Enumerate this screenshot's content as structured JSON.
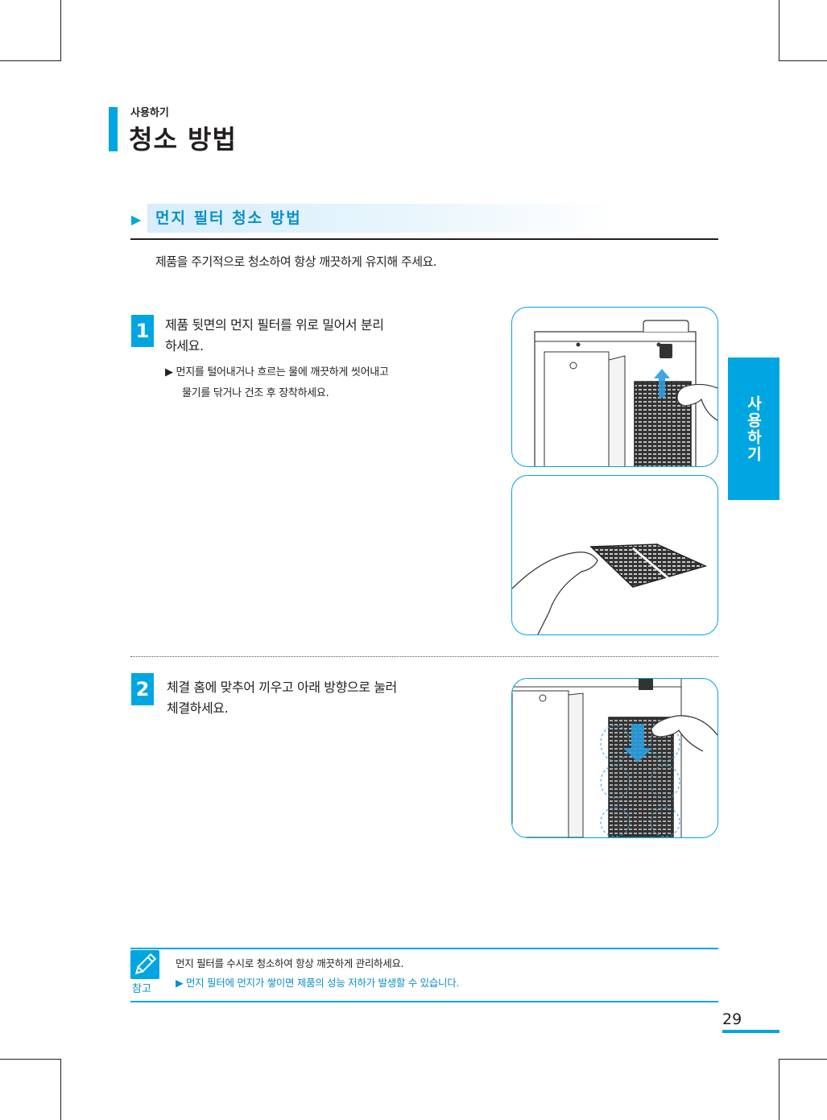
{
  "header": {
    "category": "사용하기",
    "title": "청소 방법"
  },
  "section": {
    "arrow": "▶",
    "title": "먼지 필터 청소 방법",
    "intro": "제품을 주기적으로 청소하여 항상 깨끗하게 유지해 주세요."
  },
  "steps": [
    {
      "number": "1",
      "text_line1": "제품 뒷면의 먼지 필터를 위로 밀어서 분리",
      "text_line2": "하세요.",
      "sub_line1": "▶ 먼지를 털어내거나 흐르는 물에 깨끗하게 씻어내고",
      "sub_line2": "물기를 닦거나 건조 후 장착하세요."
    },
    {
      "number": "2",
      "text_line1": "체결 홈에 맞추어 끼우고 아래 방향으로 눌러",
      "text_line2": "체결하세요."
    }
  ],
  "side_tab": {
    "label": "사용하기"
  },
  "note": {
    "icon": "pencil-icon",
    "label": "참고",
    "line1": "먼지 필터를 수시로 청소하여 항상 깨끗하게 관리하세요.",
    "line2": "▶ 먼지 필터에 먼지가 쌓이면 제품의 성능 저하가 발생할 수 있습니다."
  },
  "page_number": "29",
  "colors": {
    "accent": "#00a6e2",
    "accent_text": "#0a8fc9",
    "text": "#231f20"
  }
}
